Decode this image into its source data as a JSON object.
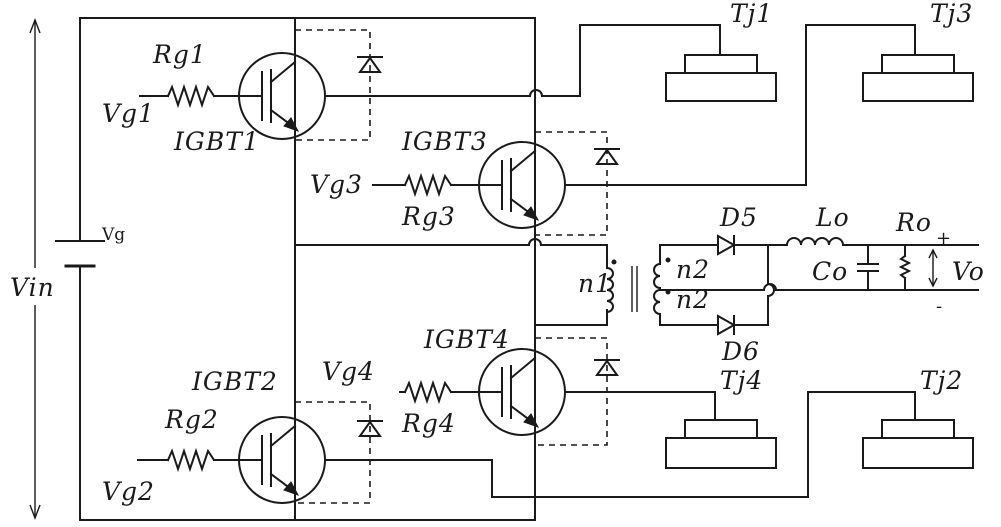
{
  "labels": {
    "rg1": "Rg1",
    "vg1": "Vg1",
    "igbt1": "IGBT1",
    "rg2": "Rg2",
    "vg2": "Vg2",
    "igbt2": "IGBT2",
    "rg3": "Rg3",
    "vg3": "Vg3",
    "igbt3": "IGBT3",
    "rg4": "Rg4",
    "vg4": "Vg4",
    "igbt4": "IGBT4",
    "vin": "Vin",
    "vg": "Vg",
    "tj1": "Tj1",
    "tj2": "Tj2",
    "tj3": "Tj3",
    "tj4": "Tj4",
    "n1": "n1",
    "n2_top": "n2",
    "n2_bottom": "n2",
    "d5": "D5",
    "d6": "D6",
    "lo": "Lo",
    "co": "Co",
    "ro": "Ro",
    "vo": "Vo",
    "plus": "+",
    "minus": "-"
  }
}
